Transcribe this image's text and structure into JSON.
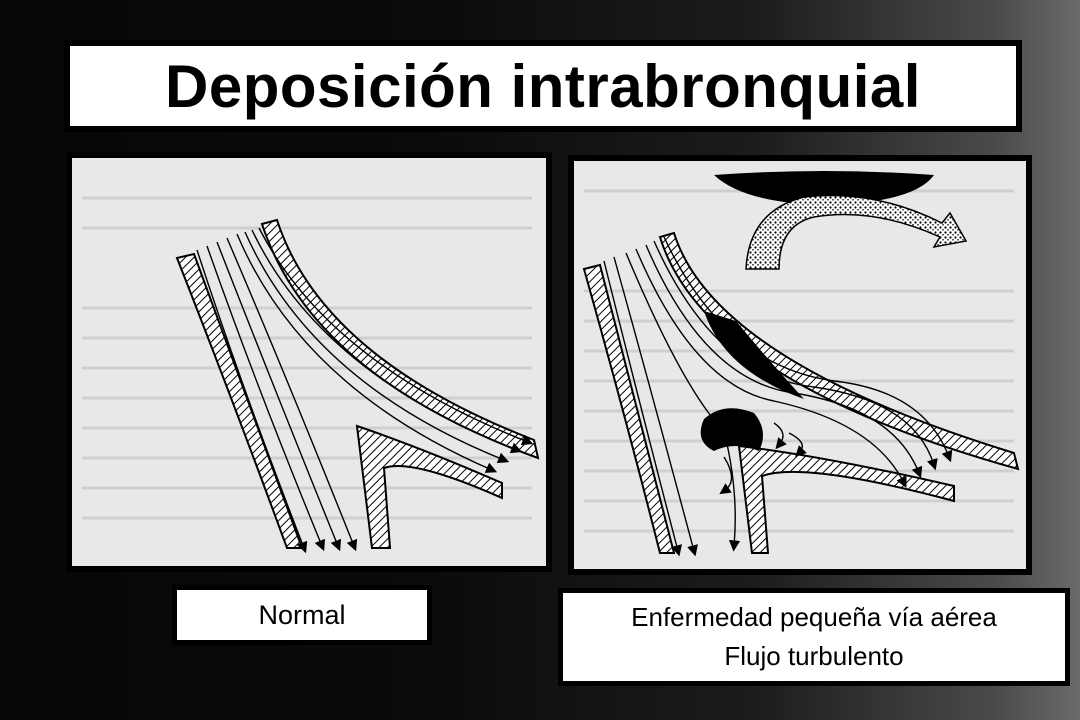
{
  "title": "Deposición intrabronquial",
  "captions": {
    "normal": "Normal",
    "disease_line1": "Enfermedad pequeña vía aérea",
    "disease_line2": "Flujo turbulento"
  },
  "colors": {
    "background_dark": "#080808",
    "panel_background": "#e8e8e8",
    "ink": "#000000"
  }
}
